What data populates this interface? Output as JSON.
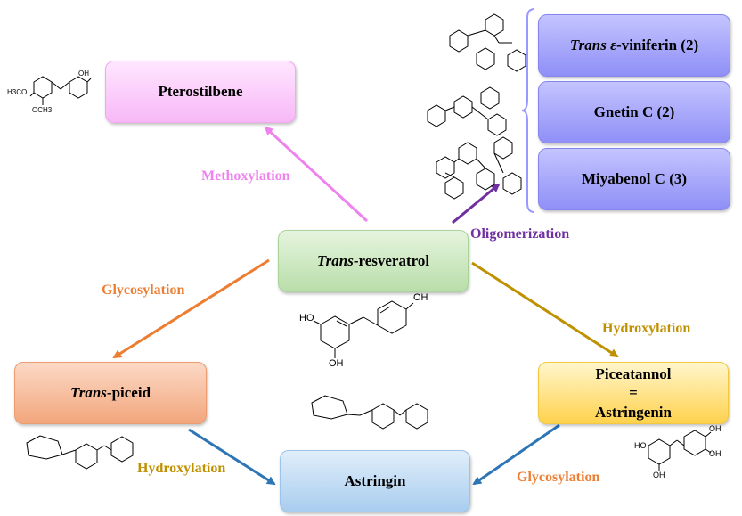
{
  "colors": {
    "pink": "#ee82ee",
    "purple": "#7030a0",
    "orange": "#ed7d31",
    "gold": "#bf9000",
    "blue": "#2e75b6",
    "oligomer_box": "#9999ff"
  },
  "nodes": {
    "pterostilbene": "Pterostilbene",
    "resveratrol_italic": "Trans",
    "resveratrol_rest": "-resveratrol",
    "piceid_italic": "Trans",
    "piceid_rest": "-piceid",
    "piceatannol_line1": "Piceatannol",
    "piceatannol_line2": "=",
    "piceatannol_line3": "Astringenin",
    "astringin": "Astringin",
    "viniferin_italic": "Trans ε",
    "viniferin_rest": "-viniferin (2)",
    "gnetin": "Gnetin C (2)",
    "miyabenol": "Miyabenol C (3)"
  },
  "reactions": {
    "methoxylation": "Methoxylation",
    "oligomerization": "Oligomerization",
    "glycosylation_left": "Glycosylation",
    "hydroxylation_right": "Hydroxylation",
    "hydroxylation_bottom": "Hydroxylation",
    "glycosylation_bottom": "Glycosylation"
  },
  "structure_labels": {
    "ptero_top": "OH",
    "ptero_och3_a": "H3CO",
    "ptero_och3_b": "OCH3",
    "res_oh_top": "OH",
    "res_ho_left": "HO",
    "res_oh_bottom": "OH",
    "pic_oh1": "OH",
    "pic_oh2": "OH",
    "pic_ho1": "HO",
    "pic_oh3": "OH"
  }
}
